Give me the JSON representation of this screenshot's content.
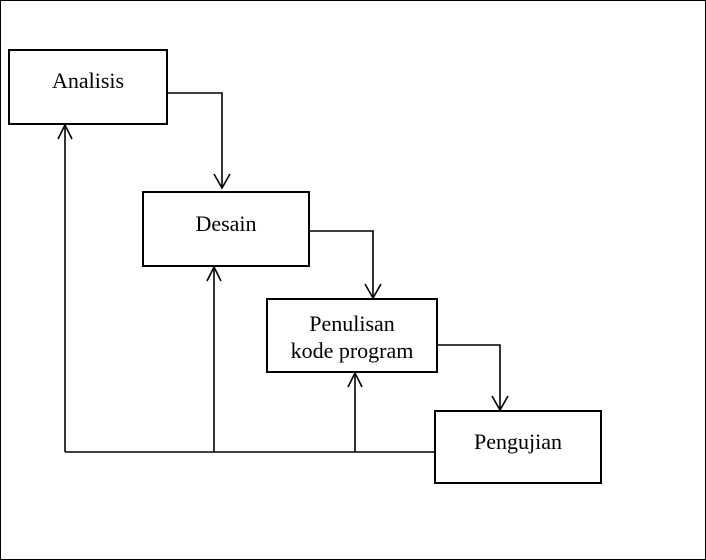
{
  "diagram": {
    "stages": [
      {
        "id": "analisis",
        "label": "Analisis"
      },
      {
        "id": "desain",
        "label": "Desain"
      },
      {
        "id": "penulisan",
        "label": "Penulisan\nkode program"
      },
      {
        "id": "pengujian",
        "label": "Pengujian"
      }
    ],
    "colors": {
      "stroke": "#000000",
      "fill": "#ffffff",
      "text": "#000000"
    }
  }
}
